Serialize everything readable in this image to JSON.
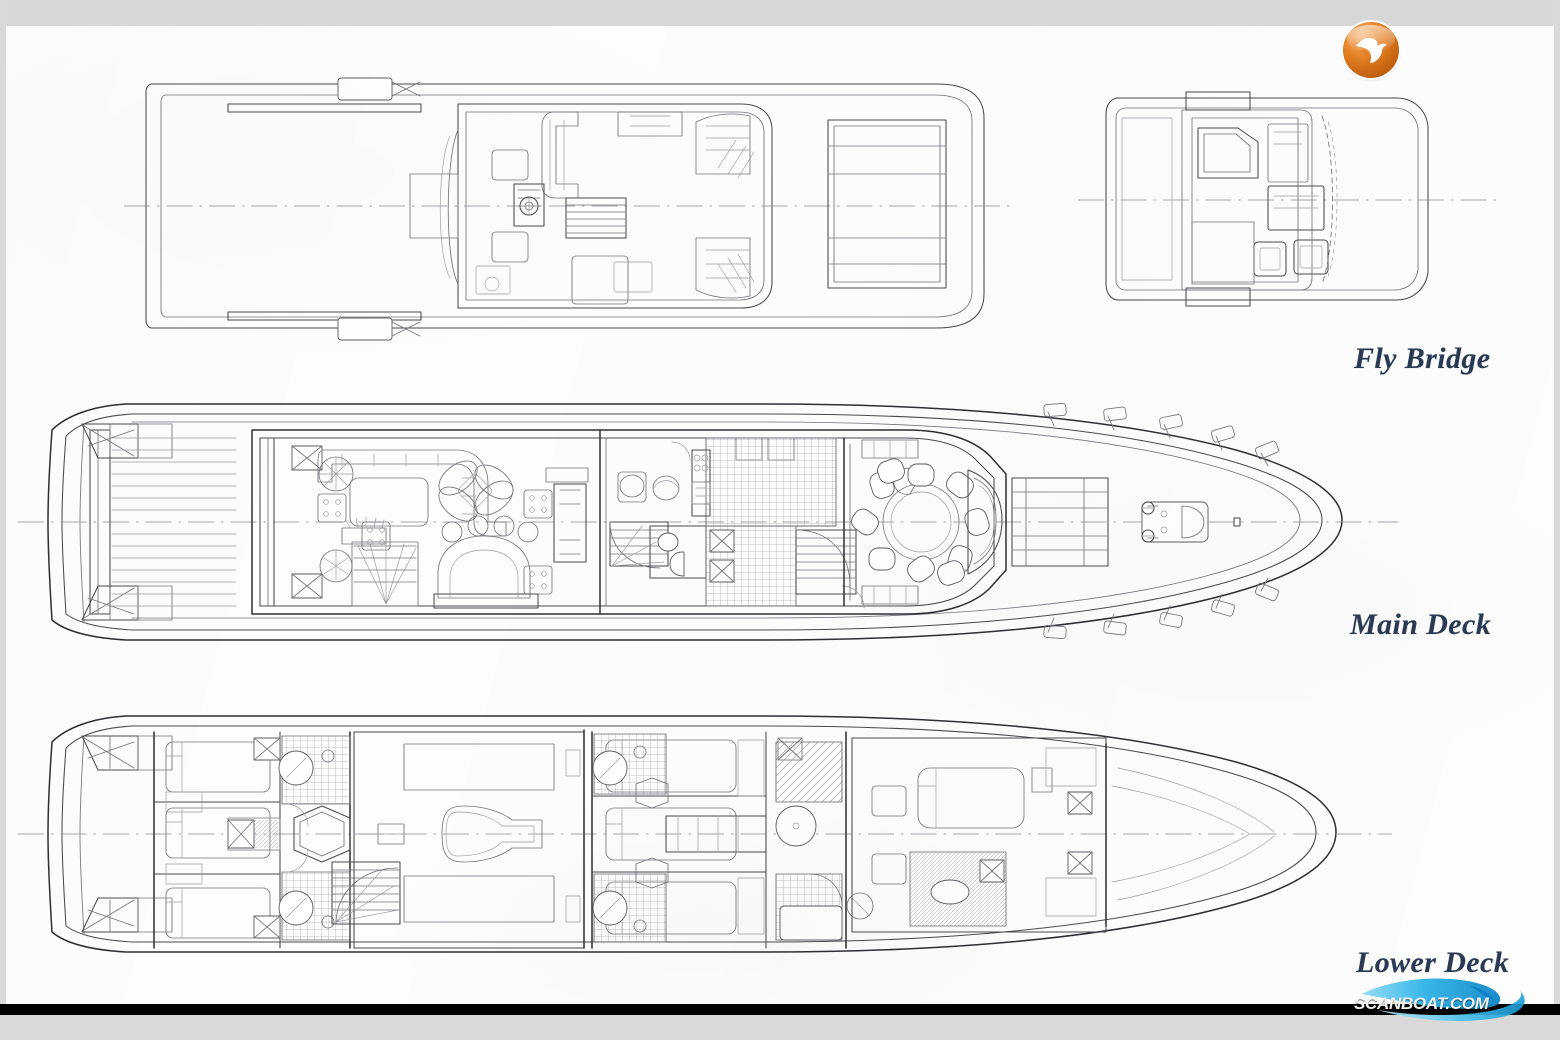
{
  "document": {
    "kind": "yacht-general-arrangement-plan",
    "labels": {
      "fly_bridge": "Fly Bridge",
      "main_deck": "Main Deck",
      "lower_deck": "Lower Deck"
    },
    "watermark": {
      "text": "SCANBOAT.COM",
      "bar_color": "#000000",
      "wave_color": "#29b6e8"
    },
    "brand": {
      "icon": "bird-logo-icon",
      "color": "#e8862a"
    },
    "colors": {
      "paper": "#fdfdfd",
      "page_chrome": "#d9d9d9",
      "ink": "#4a4a4f",
      "ink_dark": "#2e2e33",
      "label_navy": "#2b3a53"
    }
  },
  "decks": [
    {
      "id": "fly-bridge",
      "label": "Fly Bridge",
      "views": [
        {
          "id": "fly-bridge-plan",
          "name": "fly-bridge-deck-plan",
          "features": [
            "sun-deck",
            "helm-station",
            "settee",
            "sunpad",
            "wet-bar",
            "stair-down",
            "davit-crane",
            "tender-stowage"
          ]
        },
        {
          "id": "pilot-house-plan",
          "name": "pilot-house-plan",
          "features": [
            "wheelhouse",
            "helm-console",
            "chart-table",
            "pilot-seats",
            "settee"
          ]
        }
      ]
    },
    {
      "id": "main-deck",
      "label": "Main Deck",
      "features": [
        "aft-deck",
        "salon",
        "sofa",
        "coffee-table",
        "armchairs",
        "bar",
        "day-head",
        "galley",
        "dining-table-10-seats",
        "foredeck",
        "anchor-windlass",
        "bulwark-stanchions",
        "spiral-stair"
      ]
    },
    {
      "id": "lower-deck",
      "label": "Lower Deck",
      "features": [
        "crew-cabins",
        "crew-mess",
        "bunk-beds",
        "crew-head",
        "engine-room-access",
        "guest-cabins",
        "twin-berths",
        "double-berth",
        "en-suite-heads",
        "master-stateroom",
        "vip-cabin",
        "companionway",
        "chain-locker"
      ]
    }
  ]
}
